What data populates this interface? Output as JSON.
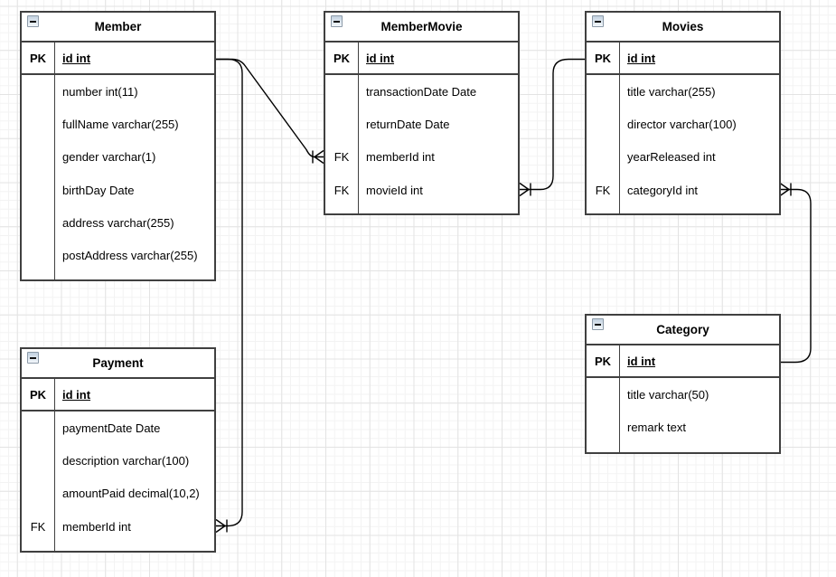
{
  "diagram": {
    "tables": [
      {
        "title": "Member",
        "pk_key": "PK",
        "pk_field": "id int",
        "rows": [
          {
            "key": "",
            "field": "number int(11)"
          },
          {
            "key": "",
            "field": "fullName varchar(255)"
          },
          {
            "key": "",
            "field": "gender varchar(1)"
          },
          {
            "key": "",
            "field": "birthDay Date"
          },
          {
            "key": "",
            "field": "address varchar(255)"
          },
          {
            "key": "",
            "field": "postAddress varchar(255)"
          }
        ]
      },
      {
        "title": "MemberMovie",
        "pk_key": "PK",
        "pk_field": "id int",
        "rows": [
          {
            "key": "",
            "field": "transactionDate Date"
          },
          {
            "key": "",
            "field": "returnDate Date"
          },
          {
            "key": "FK",
            "field": "memberId int"
          },
          {
            "key": "FK",
            "field": "movieId int"
          }
        ]
      },
      {
        "title": "Movies",
        "pk_key": "PK",
        "pk_field": "id int",
        "rows": [
          {
            "key": "",
            "field": "title varchar(255)"
          },
          {
            "key": "",
            "field": "director varchar(100)"
          },
          {
            "key": "",
            "field": "yearReleased int"
          },
          {
            "key": "FK",
            "field": "categoryId int"
          }
        ]
      },
      {
        "title": "Payment",
        "pk_key": "PK",
        "pk_field": "id int",
        "rows": [
          {
            "key": "",
            "field": "paymentDate Date"
          },
          {
            "key": "",
            "field": "description varchar(100)"
          },
          {
            "key": "",
            "field": "amountPaid decimal(10,2)"
          },
          {
            "key": "FK",
            "field": "memberId int"
          }
        ]
      },
      {
        "title": "Category",
        "pk_key": "PK",
        "pk_field": "id int",
        "rows": [
          {
            "key": "",
            "field": "title varchar(50)"
          },
          {
            "key": "",
            "field": "remark text"
          }
        ]
      }
    ],
    "connections": [
      {
        "from": "Member.id",
        "to": "MemberMovie.memberId",
        "end_marker": "crow-foot-with-tick"
      },
      {
        "from": "Member.id",
        "to": "Payment.memberId",
        "end_marker": "crow-foot-with-tick"
      },
      {
        "from": "Movies.id",
        "to": "MemberMovie.movieId",
        "end_marker": "crow-foot-with-tick"
      },
      {
        "from": "Category.id",
        "to": "Movies.categoryId",
        "end_marker": "crow-foot-with-tick"
      }
    ],
    "colors": {
      "table_border": "#404040",
      "text": "#000000",
      "connector": "#000000",
      "grid_minor": "#f3f3f3",
      "grid_major": "#e3e3e3",
      "background": "#ffffff"
    }
  }
}
